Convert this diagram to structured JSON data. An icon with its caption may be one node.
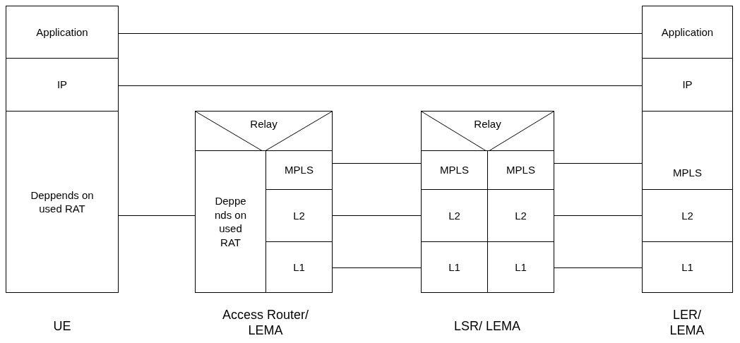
{
  "diagram": {
    "nodes": [
      {
        "text": [
          "Application"
        ]
      },
      {
        "text": [
          "IP"
        ]
      },
      {
        "text": [
          "Deppends on used RAT"
        ]
      },
      {
        "text": [
          "Relay"
        ]
      },
      {
        "text": [
          "Deppe nds on used RAT"
        ]
      },
      {
        "text": [
          "MPLS"
        ]
      },
      {
        "text": [
          "L2"
        ]
      },
      {
        "text": [
          "L1"
        ]
      },
      {
        "text": [
          "Relay"
        ]
      },
      {
        "text": [
          "MPLS"
        ]
      },
      {
        "text": [
          "MPLS"
        ]
      },
      {
        "text": [
          "L2"
        ]
      },
      {
        "text": [
          "L2"
        ]
      },
      {
        "text": [
          "L1"
        ]
      },
      {
        "text": [
          "L1"
        ]
      },
      {
        "text": [
          "Application"
        ]
      },
      {
        "text": [
          "IP"
        ]
      },
      {
        "text": [
          "MPLS"
        ]
      },
      {
        "text": [
          "L2"
        ]
      },
      {
        "text": [
          "L1"
        ]
      }
    ],
    "edges": [
      {
        "from": 0,
        "to": 15,
        "arrow": "none"
      },
      {
        "from": 1,
        "to": 16,
        "arrow": "none"
      },
      {
        "from": 2,
        "to": 4,
        "arrow": "none"
      },
      {
        "from": 5,
        "to": 9,
        "arrow": "none"
      },
      {
        "from": 6,
        "to": 11,
        "arrow": "none"
      },
      {
        "from": 7,
        "to": 13,
        "arrow": "none"
      },
      {
        "from": 10,
        "to": 17,
        "arrow": "none"
      },
      {
        "from": 12,
        "to": 18,
        "arrow": "none"
      },
      {
        "from": 14,
        "to": 19,
        "arrow": "none"
      }
    ],
    "labels": [
      "UE",
      "Access Router/ LEMA",
      "LSR/ LEMA",
      "LER/ LEMA"
    ]
  }
}
